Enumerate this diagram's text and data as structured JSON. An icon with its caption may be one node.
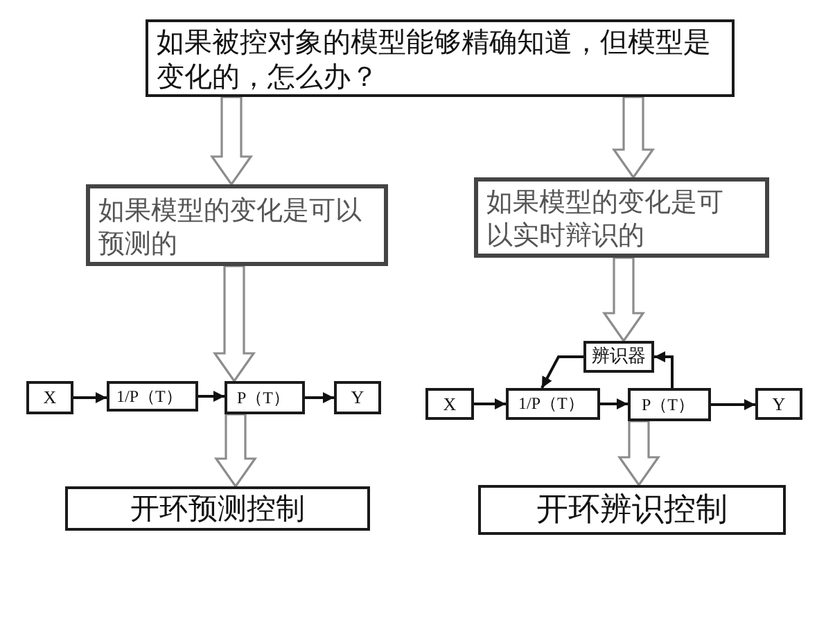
{
  "diagram": {
    "nodes": [
      {
        "text": [
          "如果被控对象的模型能够精确知道，但模型是变化的，怎么办？"
        ]
      },
      {
        "text": [
          "如果模型的变化是可以预测的"
        ]
      },
      {
        "text": [
          "如果模型的变化是可以实时辩识的"
        ]
      },
      {
        "text": [
          "辨识器"
        ]
      },
      {
        "text": [
          "X"
        ]
      },
      {
        "text": [
          "1/P（T）"
        ]
      },
      {
        "text": [
          "P（T）"
        ]
      },
      {
        "text": [
          "Y"
        ]
      },
      {
        "text": [
          "X"
        ]
      },
      {
        "text": [
          "1/P（T）"
        ]
      },
      {
        "text": [
          "P（T）"
        ]
      },
      {
        "text": [
          "Y"
        ]
      },
      {
        "text": [
          "开环预测控制"
        ]
      },
      {
        "text": [
          "开环辨识控制"
        ]
      }
    ],
    "edges": [
      {
        "from": 0,
        "to": 1,
        "arrow": "to",
        "style": "thick",
        "color": "#8c8c8c"
      },
      {
        "from": 0,
        "to": 2,
        "arrow": "to",
        "style": "thick",
        "color": "#8c8c8c"
      },
      {
        "from": 1,
        "to": 6,
        "arrow": "to",
        "style": "thick",
        "color": "#8c8c8c"
      },
      {
        "from": 2,
        "to": 3,
        "arrow": "to",
        "style": "thick",
        "color": "#8c8c8c"
      },
      {
        "from": 4,
        "to": 5,
        "arrow": "to"
      },
      {
        "from": 5,
        "to": 6,
        "arrow": "to"
      },
      {
        "from": 6,
        "to": 7,
        "arrow": "to"
      },
      {
        "from": 8,
        "to": 9,
        "arrow": "to"
      },
      {
        "from": 9,
        "to": 10,
        "arrow": "to"
      },
      {
        "from": 10,
        "to": 11,
        "arrow": "to"
      },
      {
        "from": 3,
        "to": 9,
        "arrow": "to"
      },
      {
        "from": 10,
        "to": 3,
        "arrow": "to"
      },
      {
        "from": 6,
        "to": 12,
        "arrow": "to",
        "style": "thick",
        "color": "#8c8c8c"
      },
      {
        "from": 10,
        "to": 13,
        "arrow": "to",
        "style": "thick",
        "color": "#8c8c8c"
      }
    ]
  }
}
